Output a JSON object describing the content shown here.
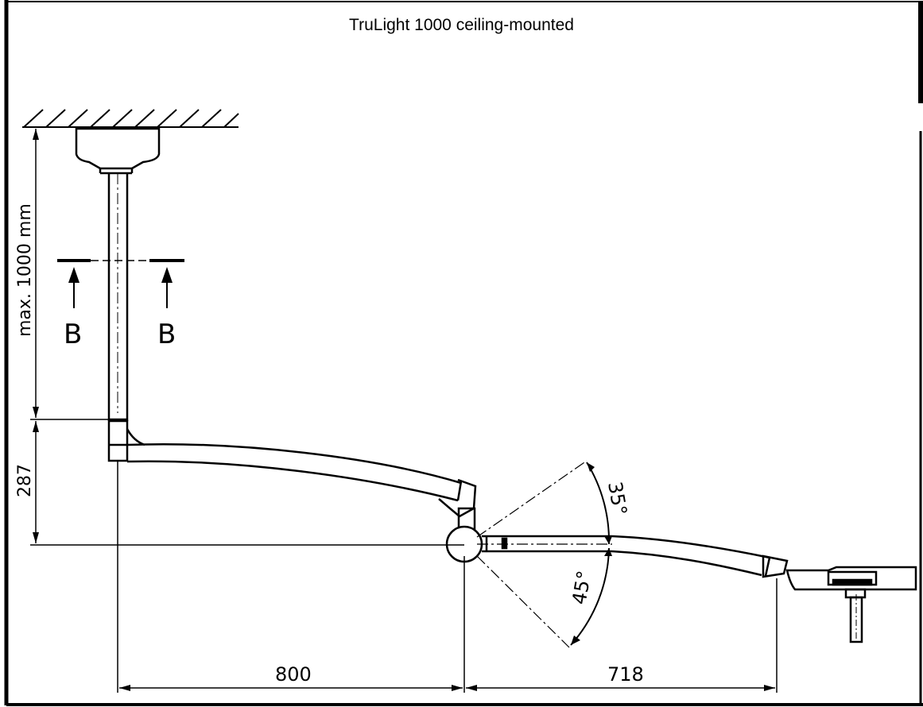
{
  "title": "TruLight 1000 ceiling-mounted",
  "dimensions": {
    "tube_height": "max. 1000 mm",
    "arm_drop": "287",
    "arm1_length": "800",
    "arm2_length": "718",
    "angle_up": "35°",
    "angle_down": "45°"
  },
  "section_markers": [
    "B",
    "B"
  ],
  "colors": {
    "line": "#000000",
    "background": "#ffffff"
  }
}
